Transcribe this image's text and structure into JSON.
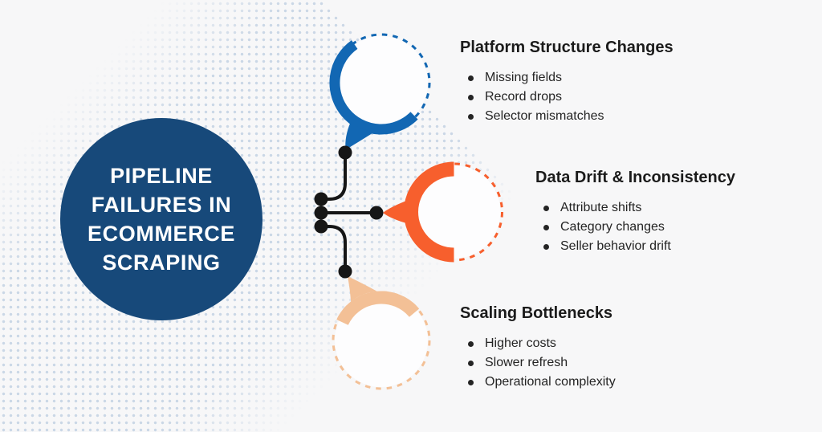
{
  "title_circle": {
    "lines": [
      "PIPELINE",
      "FAILURES IN",
      "ECOMMERCE",
      "SCRAPING"
    ]
  },
  "sections": [
    {
      "title": "Platform Structure Changes",
      "items": [
        "Missing fields",
        "Record drops",
        "Selector mismatches"
      ],
      "accent": "#1267B3"
    },
    {
      "title": "Data Drift & Inconsistency",
      "items": [
        "Attribute shifts",
        "Category changes",
        "Seller behavior drift"
      ],
      "accent": "#F75F2D"
    },
    {
      "title": "Scaling Bottlenecks",
      "items": [
        "Higher costs",
        "Slower refresh",
        "Operational complexity"
      ],
      "accent": "#F3C096"
    }
  ],
  "colors": {
    "background": "#F7F7F8",
    "center_circle": "#17497A",
    "title_text": "#FFFFFF",
    "blue": "#1267B3",
    "orange": "#F75F2D",
    "peach": "#F3C096",
    "connector": "#161616",
    "node_fill": "#FDFDFE",
    "heading_text": "#1B1B1B",
    "body_text": "#242424",
    "halftone_dots": "#C3D2E3"
  }
}
